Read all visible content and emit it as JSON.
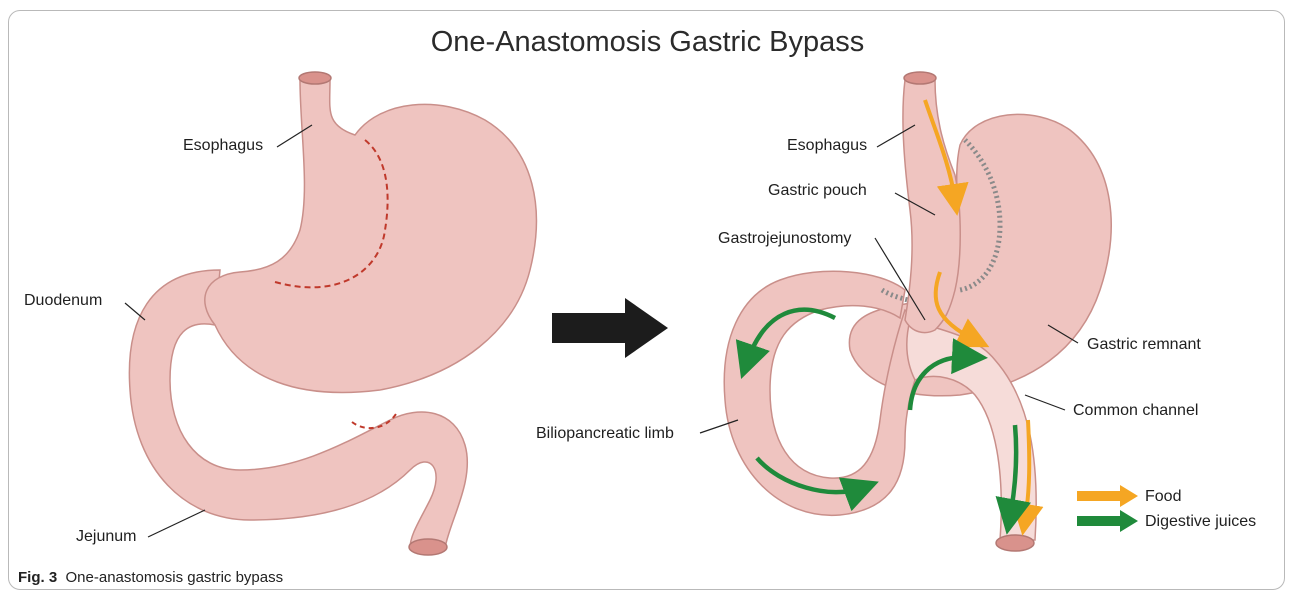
{
  "title": "One-Anastomosis Gastric Bypass",
  "labels": {
    "esophagus_left": "Esophagus",
    "duodenum": "Duodenum",
    "jejunum": "Jejunum",
    "esophagus_right": "Esophagus",
    "gastric_pouch": "Gastric pouch",
    "gastrojejunostomy": "Gastrojejunostomy",
    "biliopancreatic_limb": "Biliopancreatic limb",
    "gastric_remnant": "Gastric remnant",
    "common_channel": "Common channel"
  },
  "legend": [
    {
      "label": "Food",
      "color": "#f5a623"
    },
    {
      "label": "Digestive juices",
      "color": "#1f8a3b"
    }
  ],
  "caption": {
    "prefix": "Fig. 3",
    "text": "One-anastomosis gastric bypass"
  },
  "colors": {
    "tissue": "#efc4c0",
    "tissue_dark": "#e6b2ad",
    "tissue_light": "#f6dcd9",
    "outline": "#c98f8a",
    "cut_line": "#c0392b",
    "transition_arrow": "#1c1c1c",
    "staples": "#8a8a8a"
  }
}
